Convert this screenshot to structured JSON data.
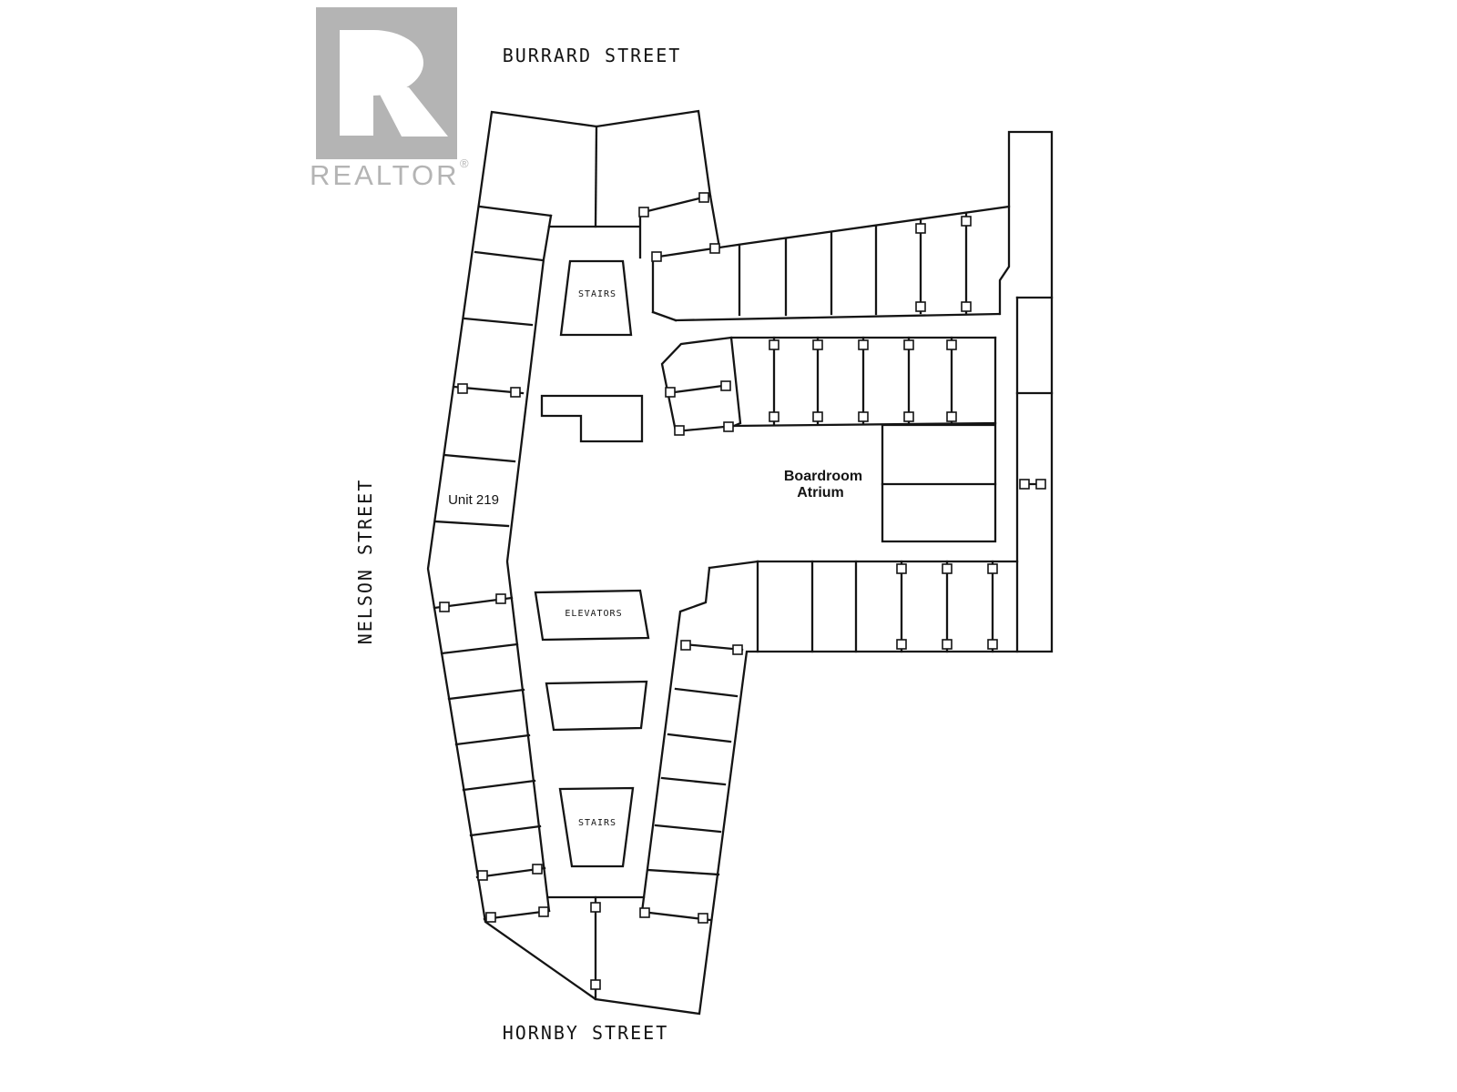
{
  "plan": {
    "line_color": "#141414",
    "text_color": "#141414",
    "background": "#ffffff"
  },
  "logo": {
    "letter": "R",
    "name": "REALTOR",
    "registered": "®",
    "color": "#b4b4b4"
  },
  "streets": {
    "top": "BURRARD STREET",
    "left": "NELSON STREET",
    "bottom": "HORNBY STREET"
  },
  "labels": {
    "unit": "Unit 219",
    "stairs_top": "STAIRS",
    "elevators": "ELEVATORS",
    "stairs_bottom": "STAIRS",
    "boardroom_line1": "Boardroom",
    "boardroom_line2": "Atrium"
  }
}
